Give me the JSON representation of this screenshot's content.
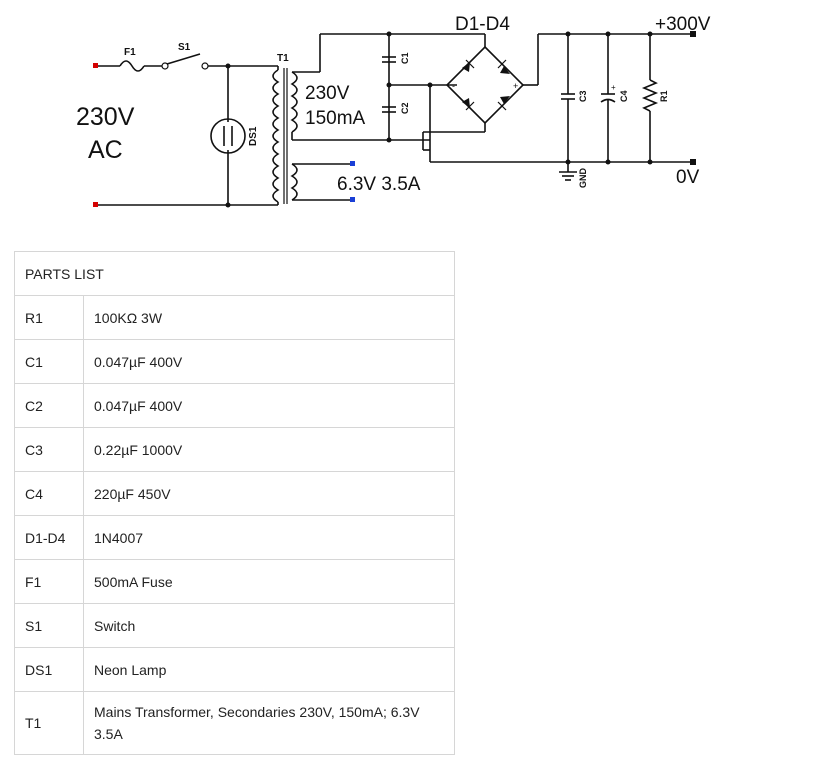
{
  "schematic": {
    "labels": {
      "f1": "F1",
      "s1": "S1",
      "t1": "T1",
      "ds1": "DS1",
      "c1": "C1",
      "c2": "C2",
      "c3": "C3",
      "c4": "C4",
      "r1": "R1",
      "gnd": "GND",
      "bridge": "D1-D4",
      "input_line1": "230V",
      "input_line2": "AC",
      "sec1_v": "230V",
      "sec1_i": "150mA",
      "sec2": "6.3V 3.5A",
      "out_pos": "+300V",
      "out_zero": "0V"
    },
    "terminal_color": "#d40000",
    "output_terminal_color": "#1a3fd6"
  },
  "parts_list": {
    "header": "PARTS LIST",
    "rows": [
      {
        "ref": "R1",
        "value": "100KΩ 3W"
      },
      {
        "ref": "C1",
        "value": "0.047µF 400V"
      },
      {
        "ref": "C2",
        "value": "0.047µF 400V"
      },
      {
        "ref": "C3",
        "value": "0.22µF 1000V"
      },
      {
        "ref": "C4",
        "value": "220µF 450V"
      },
      {
        "ref": "D1-D4",
        "value": "1N4007"
      },
      {
        "ref": "F1",
        "value": "500mA Fuse"
      },
      {
        "ref": "S1",
        "value": "Switch"
      },
      {
        "ref": "DS1",
        "value": "Neon Lamp"
      },
      {
        "ref": "T1",
        "value": "Mains Transformer, Secondaries 230V, 150mA; 6.3V 3.5A"
      }
    ]
  }
}
